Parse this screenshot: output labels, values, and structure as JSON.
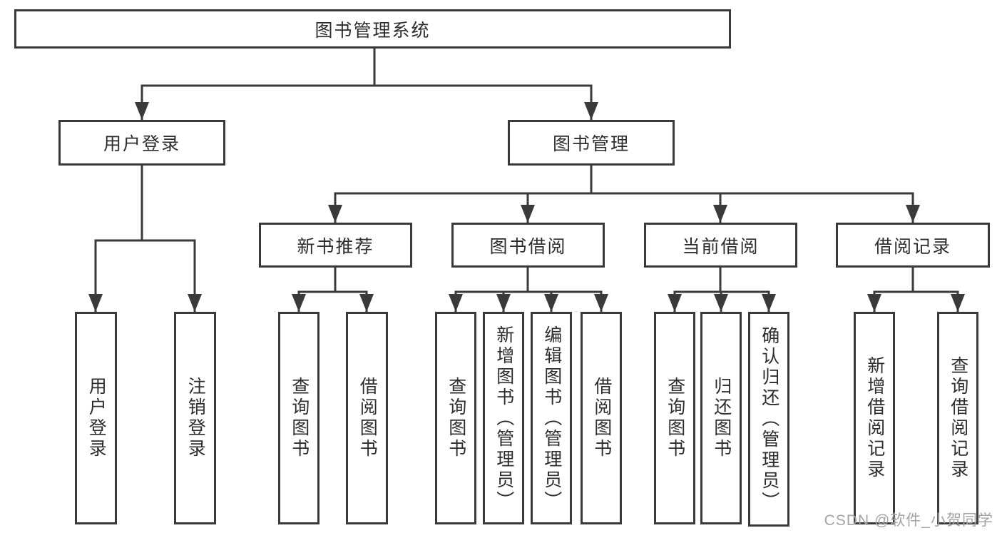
{
  "diagram": {
    "root": {
      "label": "图书管理系统"
    },
    "level2": [
      {
        "label": "用户登录"
      },
      {
        "label": "图书管理"
      }
    ],
    "level3": [
      {
        "label": "新书推荐"
      },
      {
        "label": "图书借阅"
      },
      {
        "label": "当前借阅"
      },
      {
        "label": "借阅记录"
      }
    ],
    "leaves": {
      "user_login": [
        "用户登录",
        "注销登录"
      ],
      "new_book": [
        "查询图书",
        "借阅图书"
      ],
      "book_borrow": [
        "查询图书",
        "新增图书（管理员）",
        "编辑图书（管理员）",
        "借阅图书"
      ],
      "current_borrow": [
        "查询图书",
        "归还图书",
        "确认归还（管理员）"
      ],
      "records": [
        "新增借阅记录",
        "查询借阅记录"
      ]
    },
    "line_color": "#3a3a3a"
  },
  "watermark": {
    "text": "CSDN @软件_小贺同学"
  }
}
